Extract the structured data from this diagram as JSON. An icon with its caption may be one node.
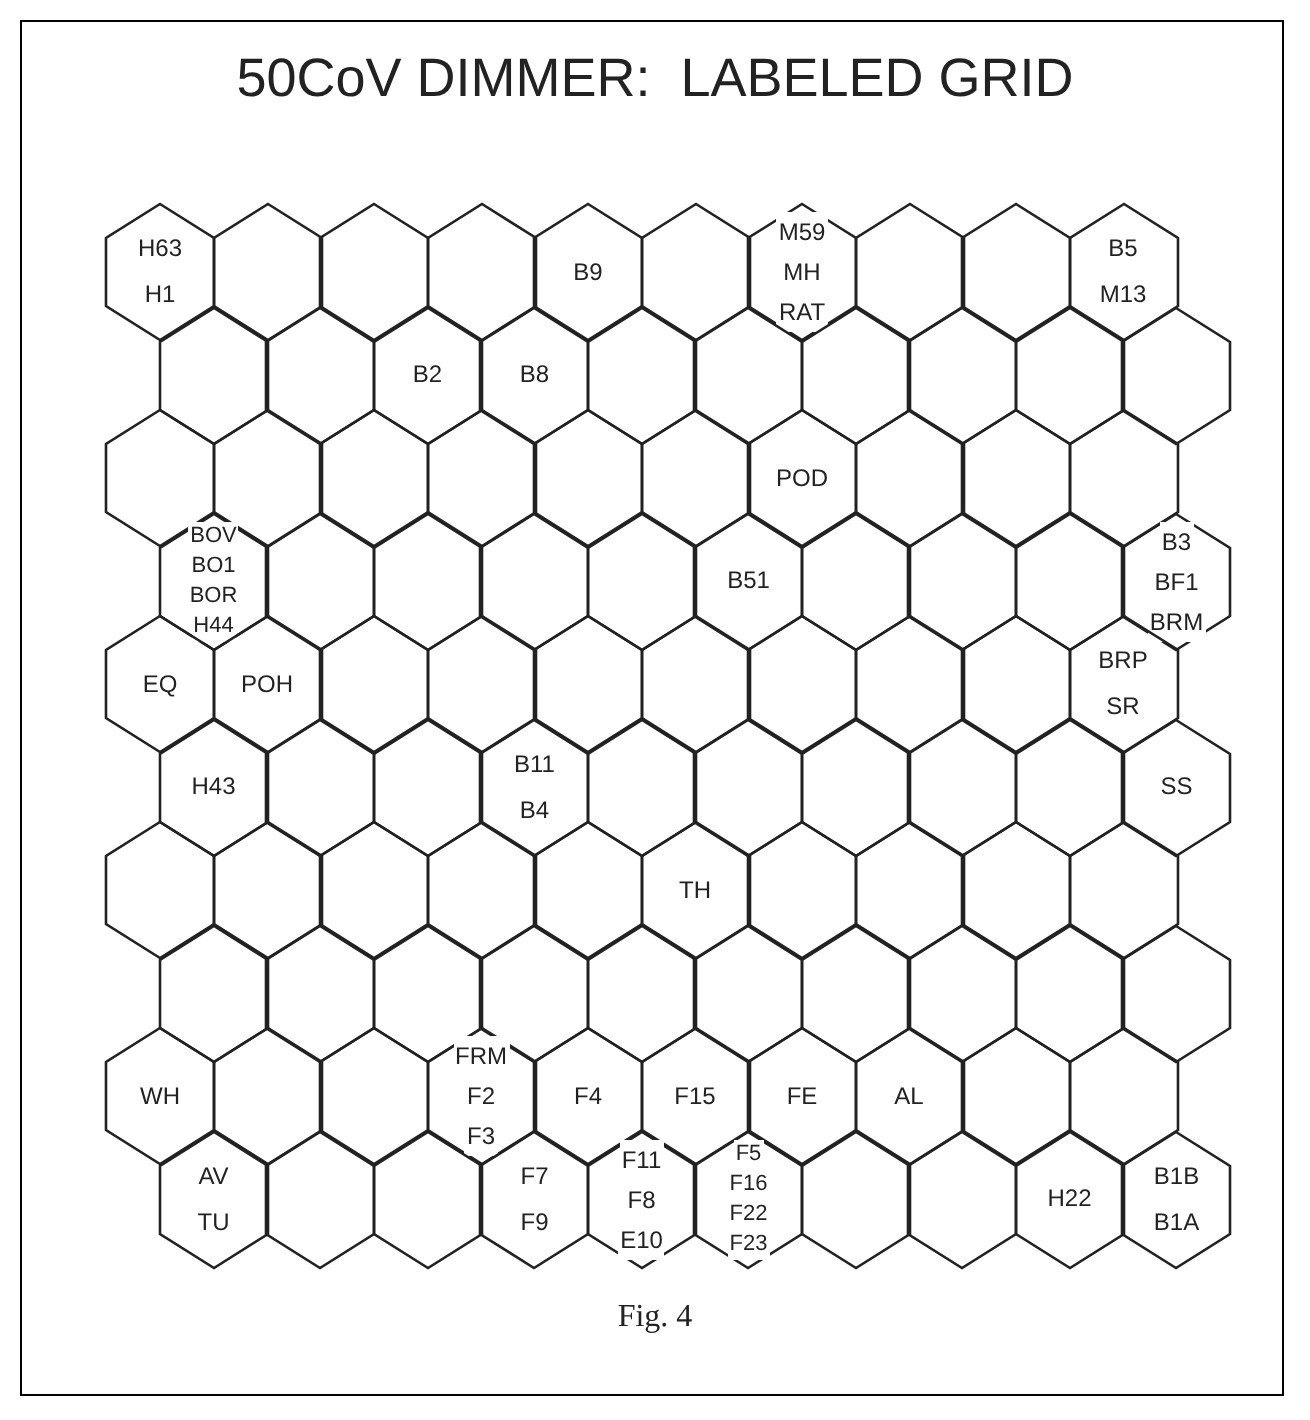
{
  "diagram": {
    "title": "50CoV DIMMER:  LABELED GRID",
    "caption": "Fig. 4",
    "nodes": [
      {
        "text": [
          "H63",
          "H1"
        ]
      },
      {
        "text": [],
        "shape": "hexagon"
      },
      {
        "text": [],
        "shape": "hexagon"
      },
      {
        "text": [],
        "shape": "hexagon"
      },
      {
        "text": [
          "B9"
        ]
      },
      {
        "text": [],
        "shape": "hexagon"
      },
      {
        "text": [
          "M59",
          "MH",
          "RAT"
        ]
      },
      {
        "text": [],
        "shape": "hexagon"
      },
      {
        "text": [],
        "shape": "hexagon"
      },
      {
        "text": [
          "B5",
          "M13"
        ]
      },
      {
        "text": [],
        "shape": "hexagon"
      },
      {
        "text": [],
        "shape": "hexagon"
      },
      {
        "text": [
          "B2"
        ]
      },
      {
        "text": [
          "B8"
        ]
      },
      {
        "text": [],
        "shape": "hexagon"
      },
      {
        "text": [],
        "shape": "hexagon"
      },
      {
        "text": [],
        "shape": "hexagon"
      },
      {
        "text": [],
        "shape": "hexagon"
      },
      {
        "text": [],
        "shape": "hexagon"
      },
      {
        "text": [],
        "shape": "hexagon"
      },
      {
        "text": [],
        "shape": "hexagon"
      },
      {
        "text": [],
        "shape": "hexagon"
      },
      {
        "text": [],
        "shape": "hexagon"
      },
      {
        "text": [],
        "shape": "hexagon"
      },
      {
        "text": [],
        "shape": "hexagon"
      },
      {
        "text": [],
        "shape": "hexagon"
      },
      {
        "text": [
          "POD"
        ]
      },
      {
        "text": [],
        "shape": "hexagon"
      },
      {
        "text": [],
        "shape": "hexagon"
      },
      {
        "text": [],
        "shape": "hexagon"
      },
      {
        "text": [
          "BOV",
          "BO1",
          "BOR",
          "H44"
        ]
      },
      {
        "text": [],
        "shape": "hexagon"
      },
      {
        "text": [],
        "shape": "hexagon"
      },
      {
        "text": [],
        "shape": "hexagon"
      },
      {
        "text": [],
        "shape": "hexagon"
      },
      {
        "text": [
          "B51"
        ]
      },
      {
        "text": [],
        "shape": "hexagon"
      },
      {
        "text": [],
        "shape": "hexagon"
      },
      {
        "text": [],
        "shape": "hexagon"
      },
      {
        "text": [
          "B3",
          "BF1",
          "BRM"
        ]
      },
      {
        "text": [
          "EQ"
        ]
      },
      {
        "text": [
          "POH"
        ]
      },
      {
        "text": [],
        "shape": "hexagon"
      },
      {
        "text": [],
        "shape": "hexagon"
      },
      {
        "text": [],
        "shape": "hexagon"
      },
      {
        "text": [],
        "shape": "hexagon"
      },
      {
        "text": [],
        "shape": "hexagon"
      },
      {
        "text": [],
        "shape": "hexagon"
      },
      {
        "text": [],
        "shape": "hexagon"
      },
      {
        "text": [
          "BRP",
          "SR"
        ]
      },
      {
        "text": [
          "H43"
        ]
      },
      {
        "text": [],
        "shape": "hexagon"
      },
      {
        "text": [],
        "shape": "hexagon"
      },
      {
        "text": [
          "B11",
          "B4"
        ]
      },
      {
        "text": [],
        "shape": "hexagon"
      },
      {
        "text": [],
        "shape": "hexagon"
      },
      {
        "text": [],
        "shape": "hexagon"
      },
      {
        "text": [],
        "shape": "hexagon"
      },
      {
        "text": [],
        "shape": "hexagon"
      },
      {
        "text": [
          "SS"
        ]
      },
      {
        "text": [],
        "shape": "hexagon"
      },
      {
        "text": [],
        "shape": "hexagon"
      },
      {
        "text": [],
        "shape": "hexagon"
      },
      {
        "text": [],
        "shape": "hexagon"
      },
      {
        "text": [],
        "shape": "hexagon"
      },
      {
        "text": [
          "TH"
        ]
      },
      {
        "text": [],
        "shape": "hexagon"
      },
      {
        "text": [],
        "shape": "hexagon"
      },
      {
        "text": [],
        "shape": "hexagon"
      },
      {
        "text": [],
        "shape": "hexagon"
      },
      {
        "text": [],
        "shape": "hexagon"
      },
      {
        "text": [],
        "shape": "hexagon"
      },
      {
        "text": [],
        "shape": "hexagon"
      },
      {
        "text": [],
        "shape": "hexagon"
      },
      {
        "text": [],
        "shape": "hexagon"
      },
      {
        "text": [],
        "shape": "hexagon"
      },
      {
        "text": [],
        "shape": "hexagon"
      },
      {
        "text": [],
        "shape": "hexagon"
      },
      {
        "text": [],
        "shape": "hexagon"
      },
      {
        "text": [],
        "shape": "hexagon"
      },
      {
        "text": [
          "WH"
        ]
      },
      {
        "text": [],
        "shape": "hexagon"
      },
      {
        "text": [],
        "shape": "hexagon"
      },
      {
        "text": [
          "FRM",
          "F2",
          "F3"
        ]
      },
      {
        "text": [
          "F4"
        ]
      },
      {
        "text": [
          "F15"
        ]
      },
      {
        "text": [
          "FE"
        ]
      },
      {
        "text": [
          "AL"
        ]
      },
      {
        "text": [],
        "shape": "hexagon"
      },
      {
        "text": [],
        "shape": "hexagon"
      },
      {
        "text": [
          "AV",
          "TU"
        ]
      },
      {
        "text": [],
        "shape": "hexagon"
      },
      {
        "text": [],
        "shape": "hexagon"
      },
      {
        "text": [
          "F7",
          "F9"
        ]
      },
      {
        "text": [
          "F11",
          "F8",
          "E10"
        ]
      },
      {
        "text": [
          "F5",
          "F16",
          "F22",
          "F23"
        ]
      },
      {
        "text": [],
        "shape": "hexagon"
      },
      {
        "text": [],
        "shape": "hexagon"
      },
      {
        "text": [
          "H22"
        ]
      },
      {
        "text": [
          "B1B",
          "B1A"
        ]
      }
    ]
  }
}
